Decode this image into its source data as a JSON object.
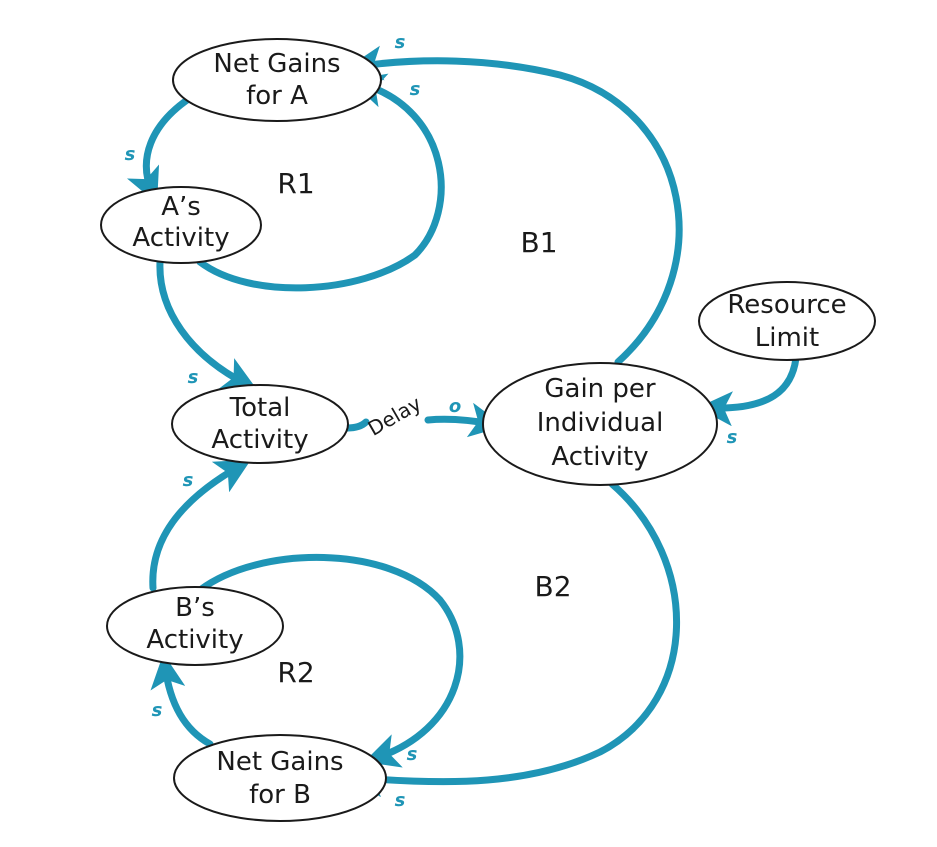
{
  "colors": {
    "link": "#1f95b6",
    "node_stroke": "#1a1a1a",
    "polarity": "#1f95b6"
  },
  "nodes": {
    "net_gains_a": [
      "Net Gains",
      "for A"
    ],
    "a_activity": [
      "A’s",
      "Activity"
    ],
    "total_activity": [
      "Total",
      "Activity"
    ],
    "gain_per": [
      "Gain per",
      "Individual",
      "Activity"
    ],
    "resource_limit": [
      "Resource",
      "Limit"
    ],
    "b_activity": [
      "B’s",
      "Activity"
    ],
    "net_gains_b": [
      "Net Gains",
      "for B"
    ]
  },
  "loops": {
    "r1": "R1",
    "r2": "R2",
    "b1": "B1",
    "b2": "B2"
  },
  "delay": "Delay",
  "polarity": {
    "same": "s",
    "opposite": "o"
  }
}
